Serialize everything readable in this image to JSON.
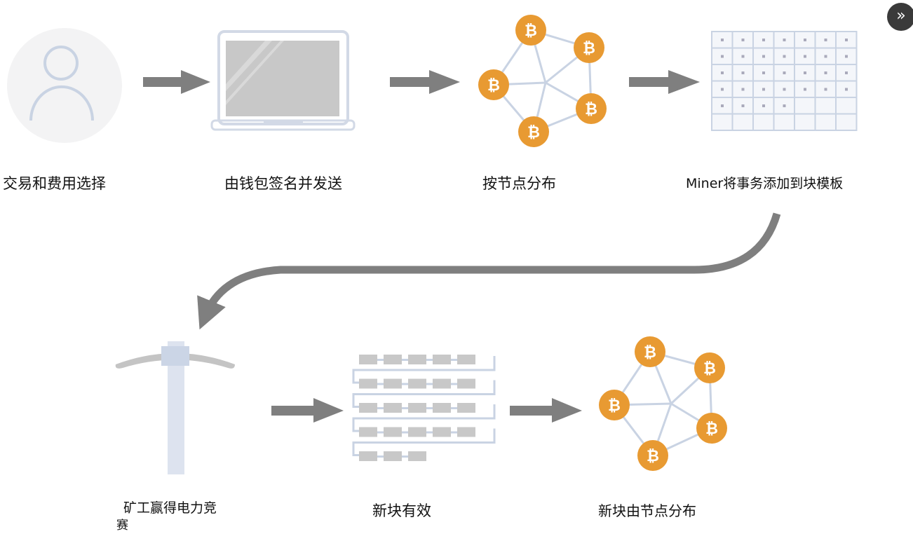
{
  "steps": [
    {
      "label": "交易和费用选择",
      "icon": "user-icon"
    },
    {
      "label": "由钱包签名并发送",
      "icon": "laptop-icon"
    },
    {
      "label": "按节点分布",
      "icon": "bitcoin-network-icon"
    },
    {
      "label": "Miner将事务添加到块模板",
      "icon": "block-template-grid-icon"
    },
    {
      "label_line1": "矿工赢得电力竞",
      "label_line2": "赛",
      "icon": "pickaxe-icon"
    },
    {
      "label": "新块有效",
      "icon": "blockchain-icon"
    },
    {
      "label": "新块由节点分布",
      "icon": "bitcoin-network-icon"
    }
  ],
  "nav_button": {
    "glyph": "»",
    "icon": "double-chevron-right-icon"
  },
  "coin_symbol": "₿",
  "colors": {
    "arrow": "#7f7f7f",
    "coin": "#e89a32",
    "outline": "#c9d3e3",
    "block": "#c8c8c8"
  }
}
